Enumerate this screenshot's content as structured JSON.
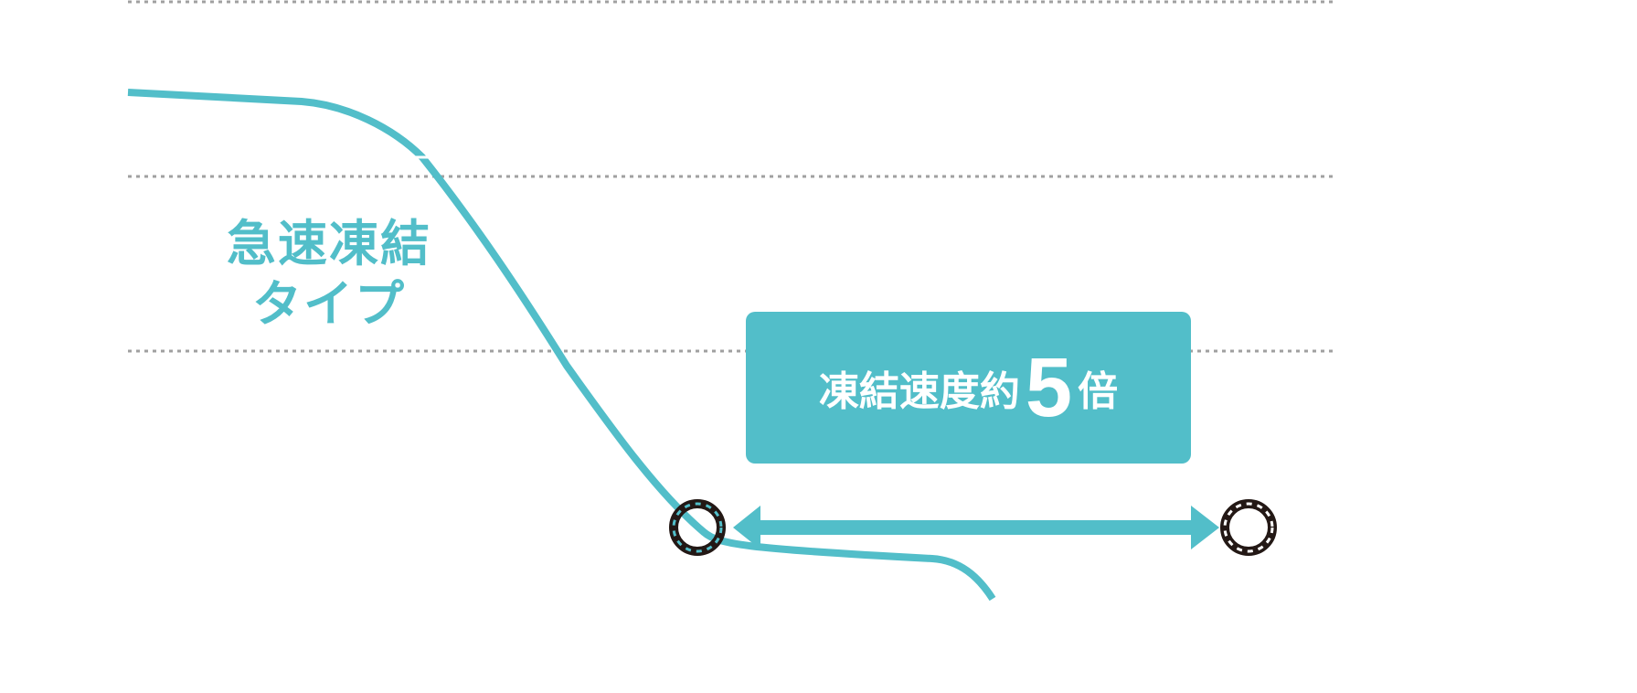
{
  "colors": {
    "accent": "#52bec9",
    "ring": "#231815",
    "grid": "#a0a0a0"
  },
  "label": {
    "line1": "急速凍結",
    "line2": "タイプ"
  },
  "callout": {
    "prefix": "凍結速度約",
    "number": "5",
    "suffix": "倍"
  }
}
